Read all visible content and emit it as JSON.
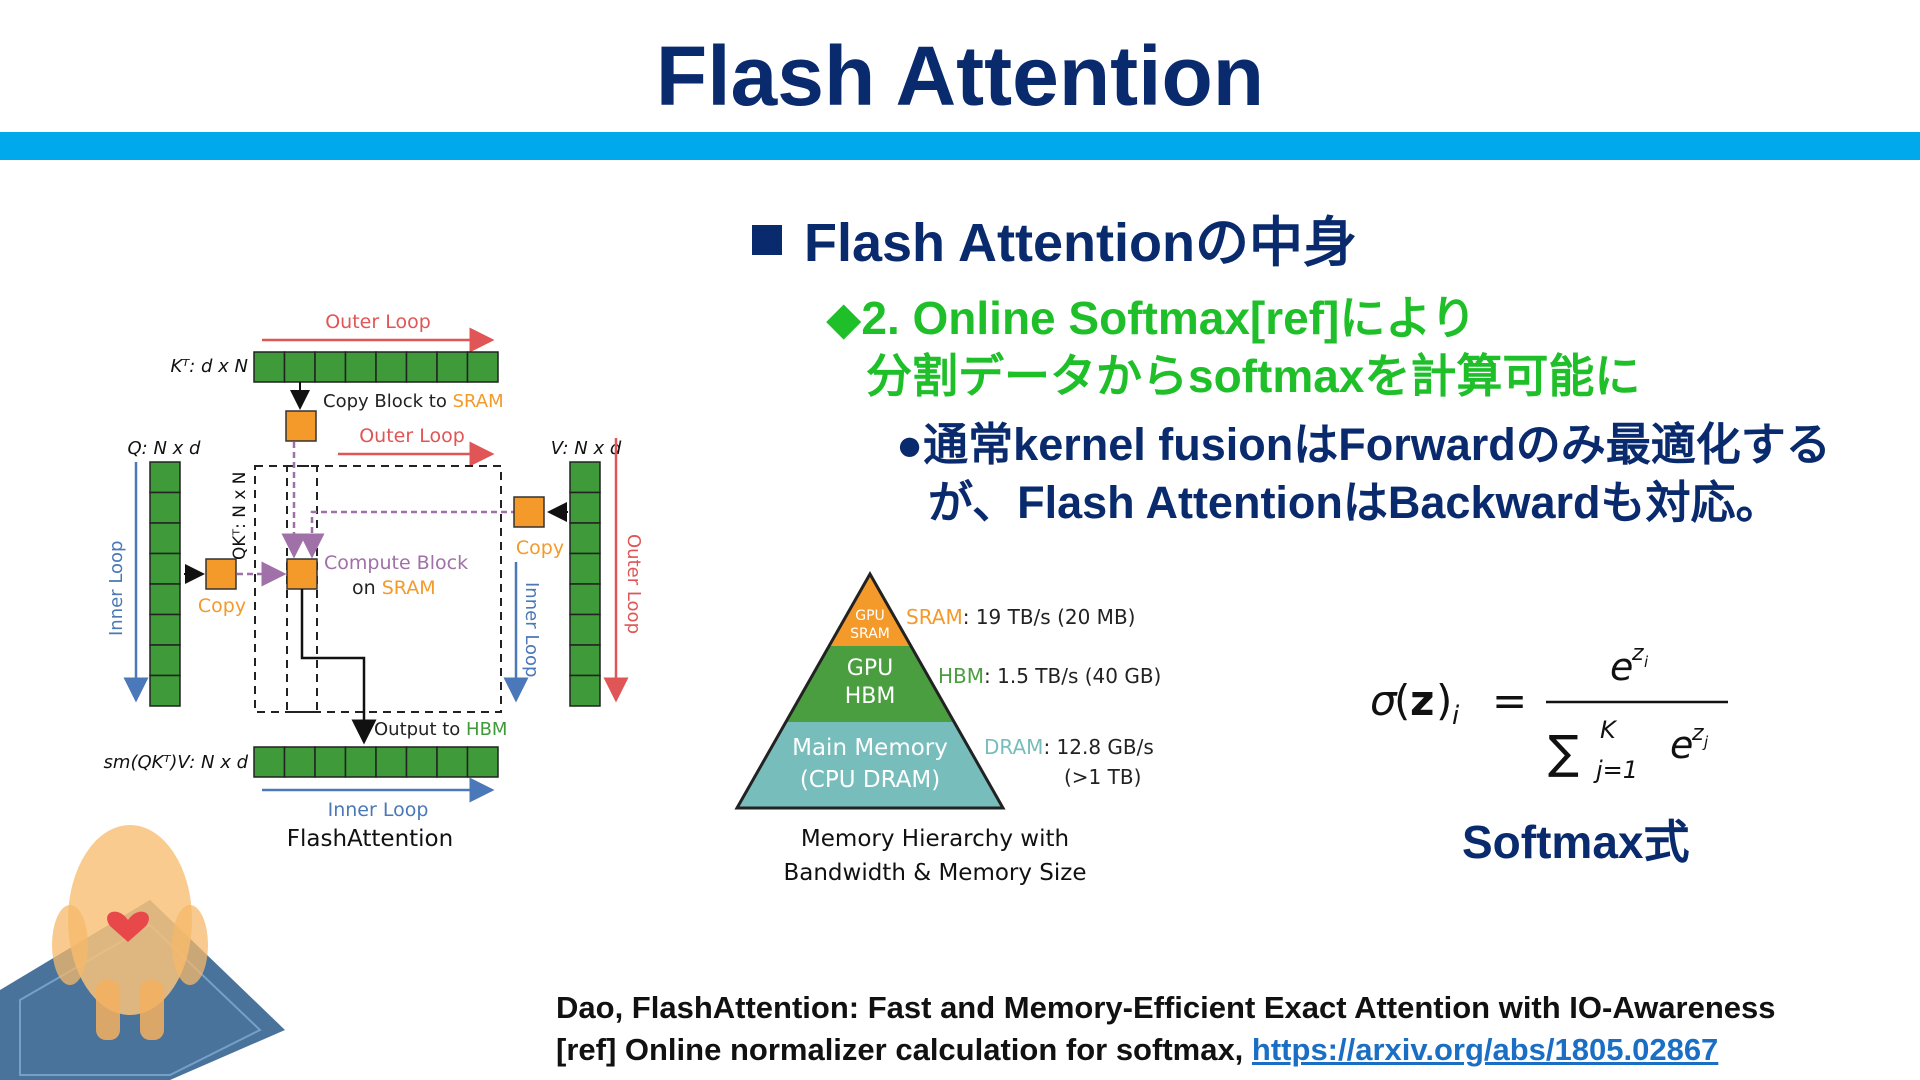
{
  "slide": {
    "title": "Flash Attention",
    "heading": "Flash Attentionの中身",
    "sub_line1": "◆2. Online Softmax[ref]により",
    "sub_line2": "分割データからsoftmaxを計算可能に",
    "bullet_line1": "●通常kernel fusionはForwardのみ最適化する",
    "bullet_line2": "が、Flash AttentionはBackwardも対応。",
    "softmax_label": "Softmax式",
    "reference_line1": "Dao, FlashAttention: Fast and Memory-Efficient Exact Attention with IO-Awareness",
    "reference_line2_prefix": "[ref] Online normalizer calculation for softmax, ",
    "reference_link": "https://arxiv.org/abs/1805.02867"
  },
  "flash_diagram": {
    "outer_loop_top": "Outer Loop",
    "outer_loop_mid": "Outer Loop",
    "outer_loop_right": "Outer Loop",
    "inner_loop_left": "Inner Loop",
    "inner_loop_right": "Inner Loop",
    "inner_loop_bottom": "Inner Loop",
    "kt_label": "Kᵀ: d x N",
    "q_label": "Q: N x d",
    "v_label": "V: N x d",
    "qkt_label": "QKᵀ: N x N",
    "out_label": "sm(QKᵀ)V: N x d",
    "copy_block_prefix": "Copy Block to ",
    "sram_word": "SRAM",
    "copy_left": "Copy",
    "copy_right": "Copy",
    "compute_line1": "Compute Block",
    "compute_line2_prefix": "on ",
    "output_prefix": "Output to ",
    "hbm_word": "HBM",
    "caption": "FlashAttention"
  },
  "memory_hierarchy": {
    "top_tier_line1": "GPU",
    "top_tier_line2": "SRAM",
    "mid_tier_line1": "GPU",
    "mid_tier_line2": "HBM",
    "bottom_tier_line1": "Main Memory",
    "bottom_tier_line2": "(CPU DRAM)",
    "sram_name": "SRAM",
    "sram_spec": ": 19 TB/s (20 MB)",
    "hbm_name": "HBM",
    "hbm_spec": ": 1.5 TB/s (40 GB)",
    "dram_name": "DRAM",
    "dram_spec": ": 12.8 GB/s",
    "dram_spec2": "(>1 TB)",
    "caption_line1": "Memory Hierarchy with",
    "caption_line2": "Bandwidth & Memory Size"
  },
  "colors": {
    "title": "#0a2a6e",
    "bar": "#00a8ec",
    "green_text": "#1fbf2a",
    "block_green": "#3f9a3a",
    "block_orange": "#f39a2a",
    "loop_red": "#e05555",
    "loop_blue": "#4a78b8",
    "purple": "#a070a8",
    "dram_teal": "#76bdbb"
  }
}
